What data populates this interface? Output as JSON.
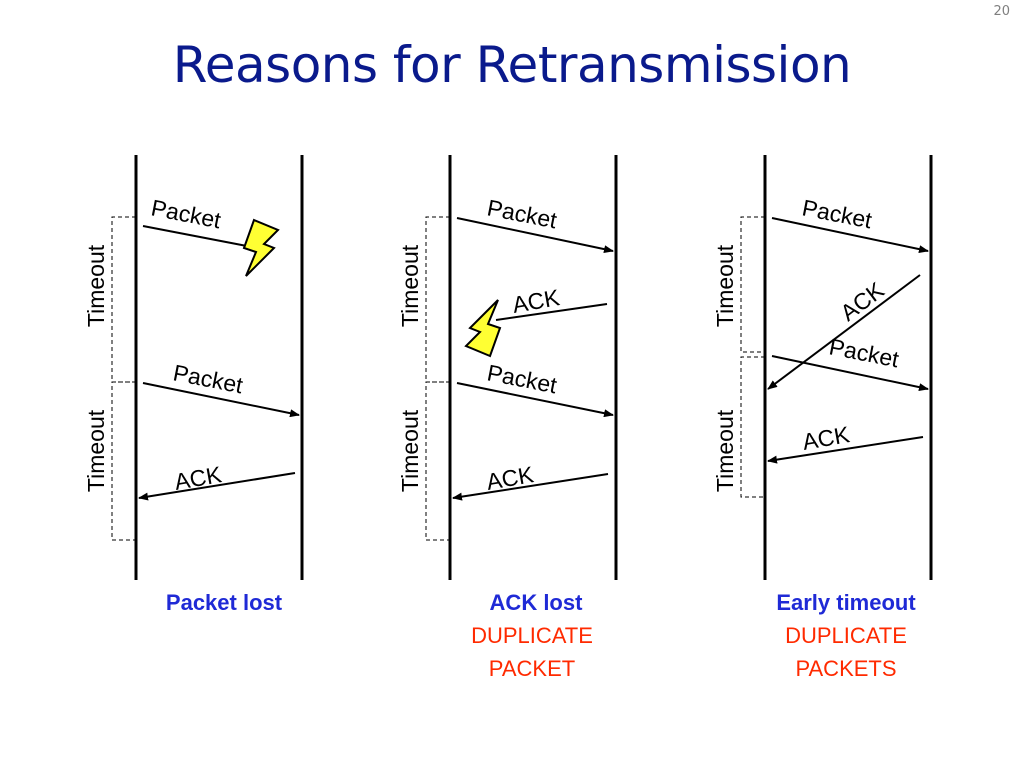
{
  "slide": {
    "number": "20",
    "title": "Reasons for Retransmission"
  },
  "labels": {
    "packet": "Packet",
    "ack": "ACK",
    "timeout": "Timeout"
  },
  "scenarios": [
    {
      "caption": "Packet lost",
      "subcaption": [
        "",
        ""
      ]
    },
    {
      "caption": "ACK lost",
      "subcaption": [
        "DUPLICATE",
        "PACKET"
      ]
    },
    {
      "caption": "Early timeout",
      "subcaption": [
        "DUPLICATE",
        "PACKETS"
      ]
    }
  ],
  "colors": {
    "title": "#0a1a8c",
    "caption": "#1f2ad6",
    "warning": "#ff2a00",
    "lightning": "#ffff33"
  },
  "icons": [
    "lightning-bolt-icon"
  ]
}
